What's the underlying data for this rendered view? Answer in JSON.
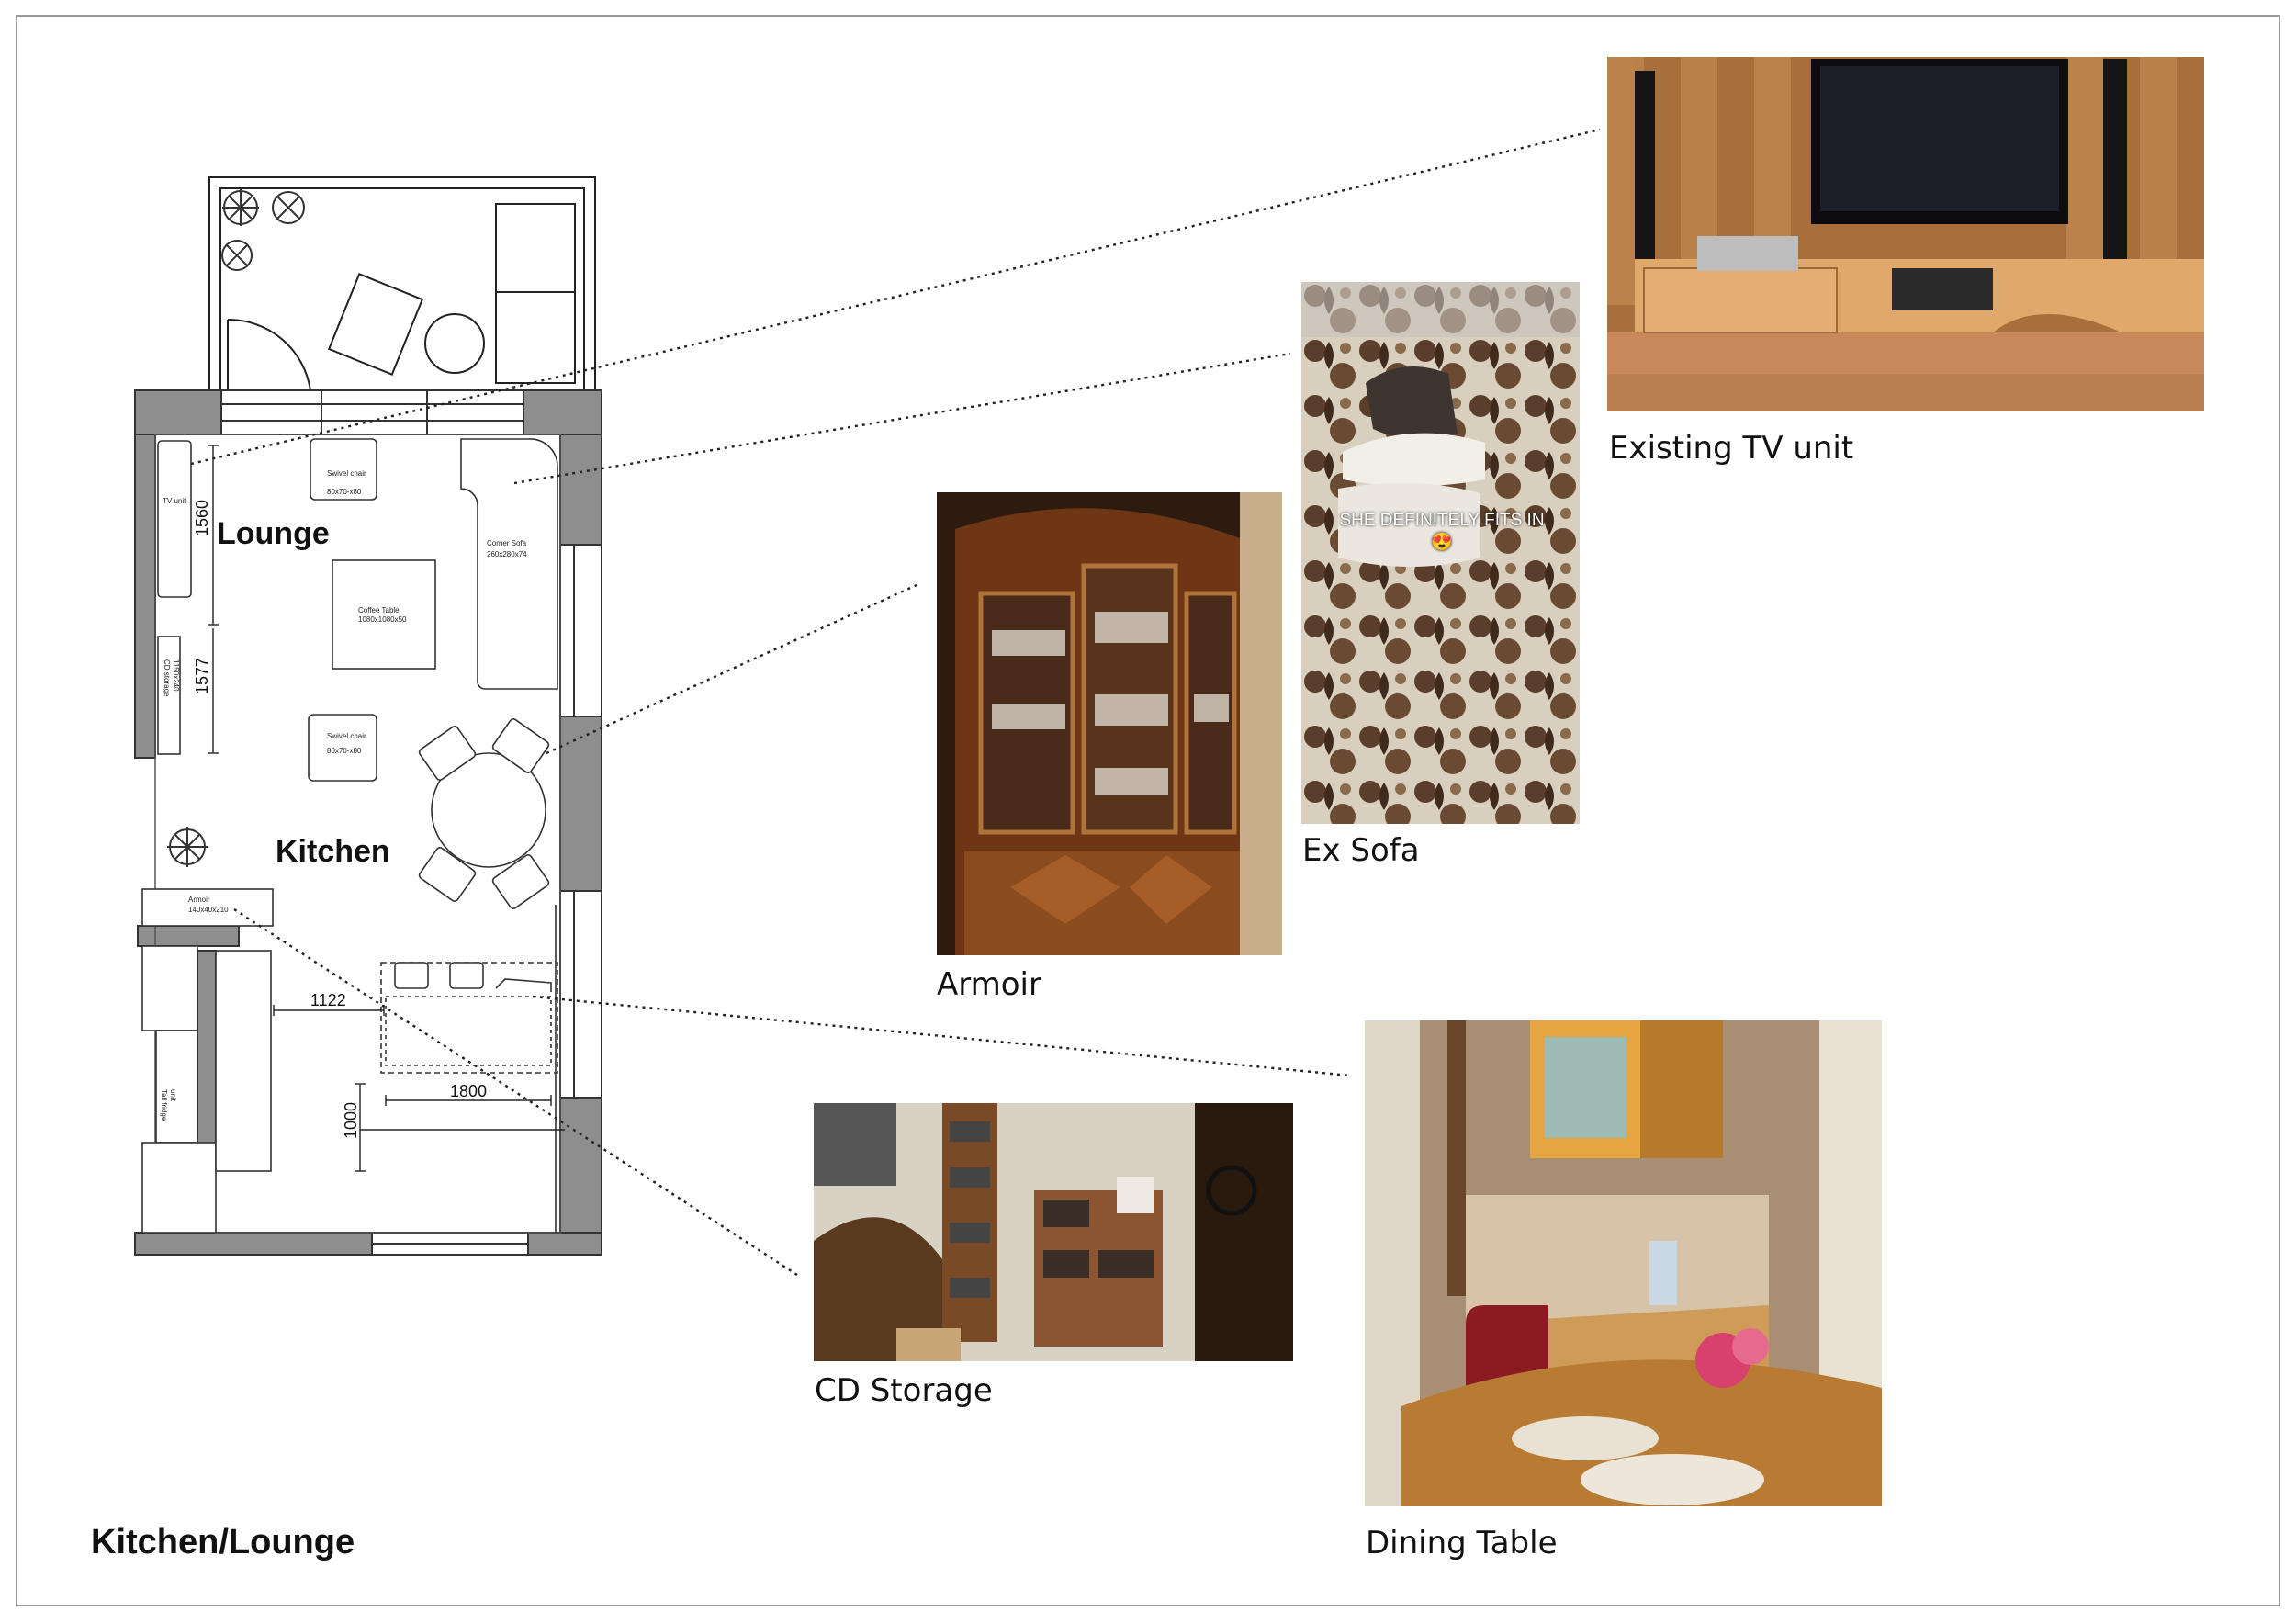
{
  "sheet": {
    "title": "Kitchen/Lounge"
  },
  "plan": {
    "rooms": {
      "lounge": "Lounge",
      "kitchen": "Kitchen"
    },
    "labels": {
      "tv_unit": "TV unit",
      "swivel_chair": "Swivel chair",
      "swivel_chair_size": "80x70-x80",
      "corner_sofa": "Corner Sofa",
      "corner_sofa_size": "260x280x74",
      "coffee_table": "Coffee Table",
      "coffee_table_size": "1080x1080x50",
      "cd_storage": "CD storage",
      "cd_storage_size": "1150x240",
      "armoir": "Armoir",
      "armoir_size": "140x40x210",
      "tall_fridge": "Tall fridge",
      "tall_fridge_unit": "unit"
    },
    "dimensions": {
      "d1560": "1560",
      "d1577": "1577",
      "d1122": "1122",
      "d1800": "1800",
      "d1000": "1000"
    }
  },
  "photos": [
    {
      "id": "tv",
      "caption": "Existing TV unit"
    },
    {
      "id": "sofa",
      "caption": "Ex Sofa",
      "overlay": "SHE DEFINITELY FITS IN 😍"
    },
    {
      "id": "armoir",
      "caption": "Armoir"
    },
    {
      "id": "cd",
      "caption": "CD Storage"
    },
    {
      "id": "dining",
      "caption": "Dining Table"
    }
  ]
}
